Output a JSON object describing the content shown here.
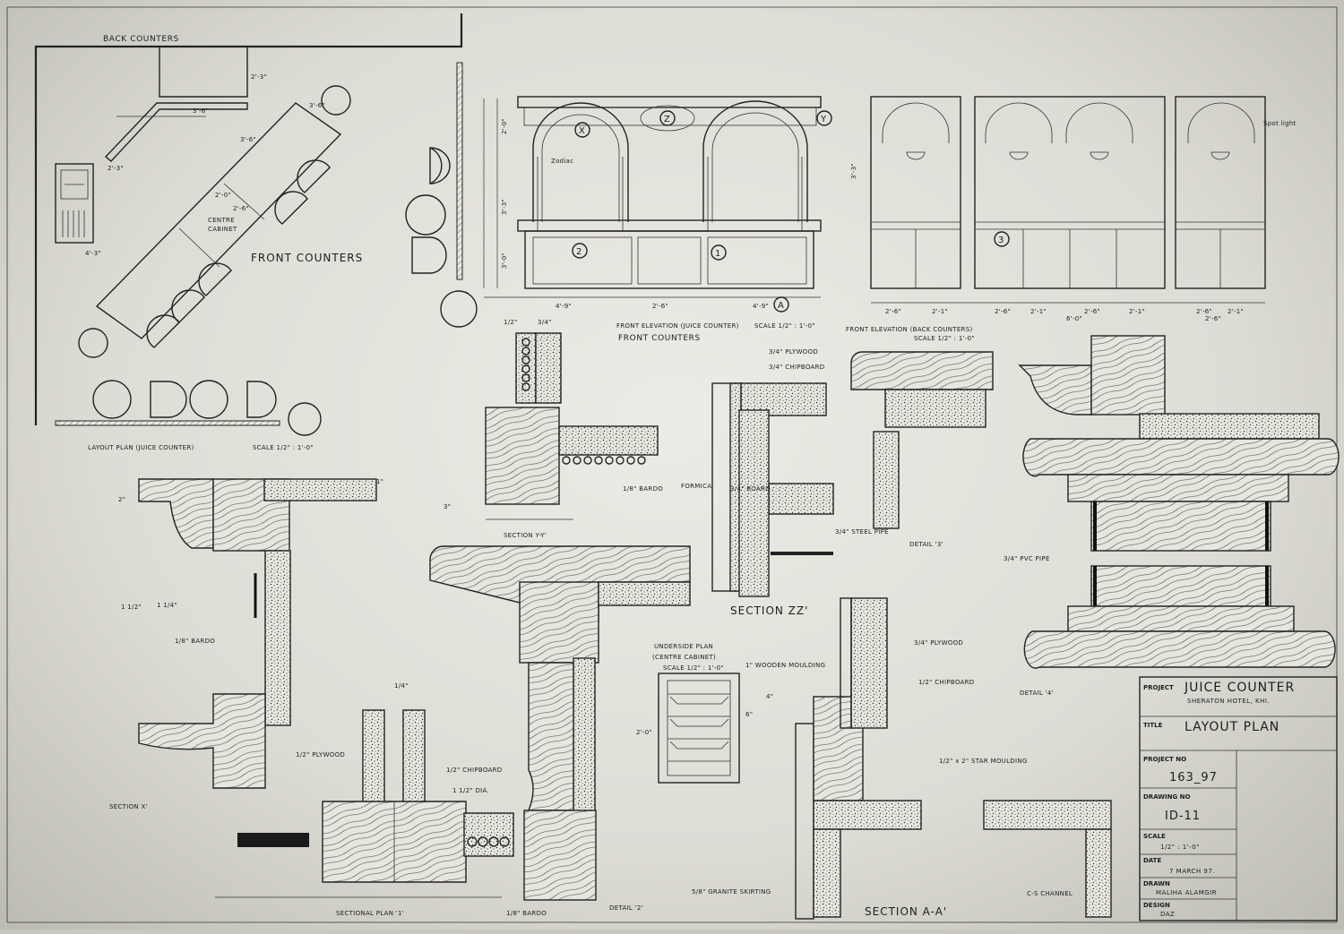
{
  "plan": {
    "back_counters": "BACK COUNTERS",
    "front_counters": "FRONT COUNTERS",
    "centre_cabinet": [
      "CENTRE",
      "CABINET"
    ],
    "caption": "LAYOUT PLAN (JUICE COUNTER)",
    "scale": "SCALE 1/2\" : 1'-0\""
  },
  "elevations": {
    "front_caption": "FRONT ELEVATION (JUICE COUNTER)",
    "front_scale": "SCALE 1/2\" : 1'-0\"",
    "front_subcaption": "FRONT COUNTERS",
    "back_caption": "FRONT ELEVATION (BACK COUNTERS)",
    "back_scale": "SCALE 1/2\" : 1'-0\"",
    "zodiac": "Zodiac",
    "spot_note": "Spot light"
  },
  "markers": [
    "1",
    "2",
    "3",
    "X",
    "Y",
    "Z",
    "A"
  ],
  "details": {
    "section_yy": "SECTION Y-Y'",
    "section_zz": "SECTION ZZ'",
    "detail_3": "DETAIL '3'",
    "detail_4": "DETAIL '4'",
    "section_x": "SECTION X'",
    "detail_2": "DETAIL '2'",
    "sectional_plan": "SECTIONAL PLAN '1'",
    "section_aa": "SECTION A-A'",
    "underside_plan": "UNDERSIDE PLAN",
    "underside_sub": "(CENTRE CABINET)",
    "underside_scale": "SCALE 1/2\" : 1'-0\""
  },
  "notes": {
    "plywood_34": "3/4\" PLYWOOD",
    "chipboard_34": "3/4\" CHIPBOARD",
    "plywood_12": "1/2\" PLYWOOD",
    "chipboard_12": "1/2\" CHIPBOARD",
    "dowel": "1 1/2\" DIA.",
    "pvc_pipe": "3/4\" PVC PIPE",
    "steel_pipe": "3/4\" STEEL PIPE",
    "wooden_moulding": "1\" WOODEN MOULDING",
    "star_moulding": "1/2\" x 2\" STAR MOULDING",
    "granite": "5/8\" GRANITE SKIRTING",
    "channel": "C-S CHANNEL",
    "formica": "FORMICA",
    "bardo": "1/8\" BARDO",
    "board_34": "3/4\" BOARD"
  },
  "dims": {
    "plan": [
      "3'-6\"",
      "2'-3\"",
      "3'-6\"",
      "2'-3\"",
      "2'-0\"",
      "4'-3\"",
      "3'-6\"",
      "2'-6\""
    ],
    "front": [
      "4'-9\"",
      "2'-6\"",
      "4'-9\"",
      "2'-0\"",
      "3'-3\"",
      "3'-0\""
    ],
    "back": [
      "3'-3\"",
      "6'-0\"",
      "2'-6\"",
      "2'-1\"",
      "2'-6\"",
      "2'-1\"",
      "2'-6\"",
      "2'-1\"",
      "2'-6\"",
      "2'-1\"",
      "2'-6\""
    ],
    "small": [
      "1/2\"",
      "1 1/2\"",
      "3/4\"",
      "1\"",
      "1/4\"",
      "3\"",
      "2\"",
      "1 1/4\"",
      "4\"",
      "6\"",
      "2'-0\""
    ]
  },
  "title_block": {
    "project_key": "PROJECT",
    "project": "JUICE COUNTER",
    "project_sub": "SHERATON HOTEL, KHI.",
    "title_key": "TITLE",
    "title": "LAYOUT PLAN",
    "project_no_key": "PROJECT NO",
    "project_no": "163_97",
    "drawing_no_key": "DRAWING NO",
    "drawing_no": "ID-11",
    "scale_key": "SCALE",
    "scale": "1/2\" : 1'-0\"",
    "date_key": "DATE",
    "date": "7 MARCH 97.",
    "drawn_key": "DRAWN",
    "drawn": "MALIHA ALAMGIR",
    "design_key": "DESIGN",
    "design": "DAZ"
  }
}
